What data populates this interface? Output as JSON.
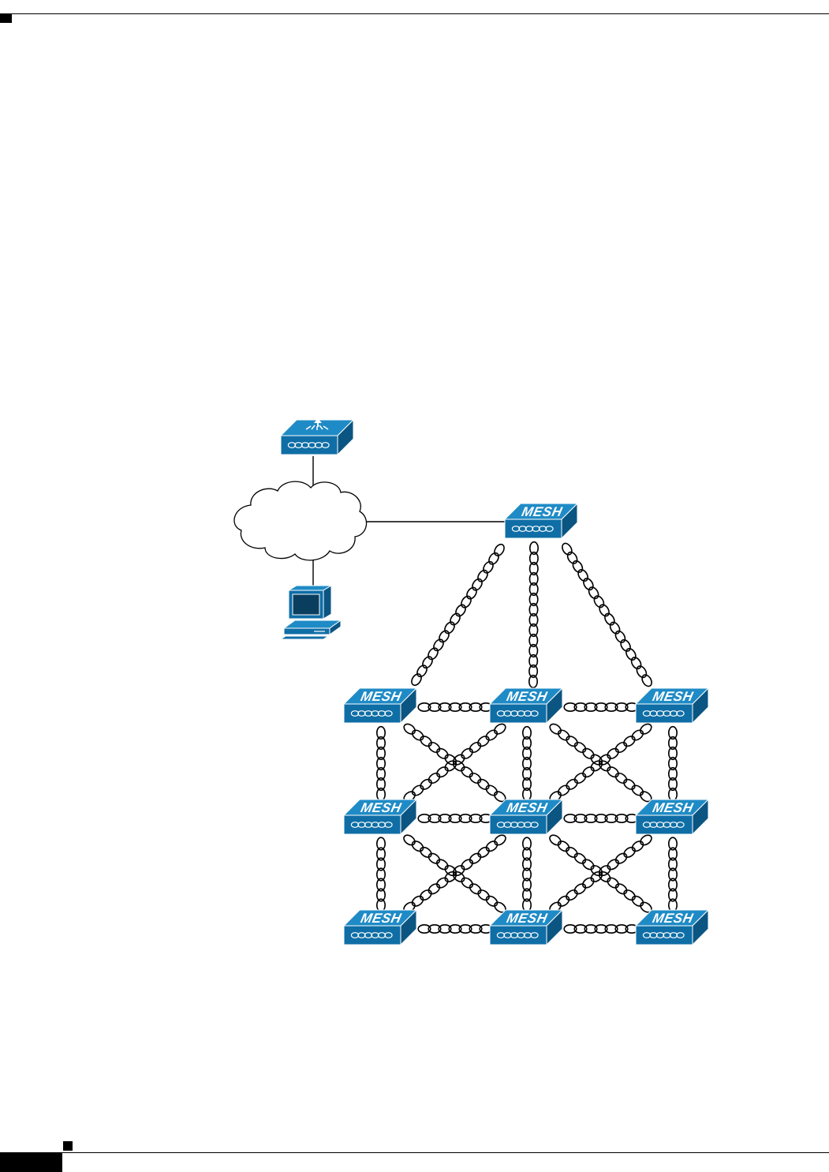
{
  "colors": {
    "device_top": "#1f8bc6",
    "device_front": "#0f6ea6",
    "device_side": "#0b5582",
    "device_outline": "#ffffff",
    "link_wire": "#000000",
    "page_rule": "#000000"
  },
  "icons": {
    "controller": "wireless-lan-controller-icon",
    "cloud": "network-cloud-icon",
    "workstation": "workstation-icon",
    "mesh_ap": "mesh-access-point-icon"
  },
  "mesh_label": "MESH",
  "diagram": {
    "nodes": [
      {
        "id": "controller",
        "kind": "controller"
      },
      {
        "id": "cloud",
        "kind": "cloud"
      },
      {
        "id": "workstation",
        "kind": "workstation"
      },
      {
        "id": "root-ap",
        "kind": "mesh",
        "label": "MESH"
      },
      {
        "id": "ap-r1-c1",
        "kind": "mesh",
        "label": "MESH"
      },
      {
        "id": "ap-r1-c2",
        "kind": "mesh",
        "label": "MESH"
      },
      {
        "id": "ap-r1-c3",
        "kind": "mesh",
        "label": "MESH"
      },
      {
        "id": "ap-r2-c1",
        "kind": "mesh",
        "label": "MESH"
      },
      {
        "id": "ap-r2-c2",
        "kind": "mesh",
        "label": "MESH"
      },
      {
        "id": "ap-r2-c3",
        "kind": "mesh",
        "label": "MESH"
      },
      {
        "id": "ap-r3-c1",
        "kind": "mesh",
        "label": "MESH"
      },
      {
        "id": "ap-r3-c2",
        "kind": "mesh",
        "label": "MESH"
      },
      {
        "id": "ap-r3-c3",
        "kind": "mesh",
        "label": "MESH"
      }
    ],
    "wired_links": [
      [
        "controller",
        "cloud"
      ],
      [
        "cloud",
        "workstation"
      ],
      [
        "cloud",
        "root-ap"
      ]
    ],
    "wireless_links": [
      [
        "root-ap",
        "ap-r1-c1"
      ],
      [
        "root-ap",
        "ap-r1-c2"
      ],
      [
        "root-ap",
        "ap-r1-c3"
      ],
      [
        "ap-r1-c1",
        "ap-r1-c2"
      ],
      [
        "ap-r1-c2",
        "ap-r1-c3"
      ],
      [
        "ap-r2-c1",
        "ap-r2-c2"
      ],
      [
        "ap-r2-c2",
        "ap-r2-c3"
      ],
      [
        "ap-r3-c1",
        "ap-r3-c2"
      ],
      [
        "ap-r3-c2",
        "ap-r3-c3"
      ],
      [
        "ap-r1-c1",
        "ap-r2-c1"
      ],
      [
        "ap-r2-c1",
        "ap-r3-c1"
      ],
      [
        "ap-r1-c2",
        "ap-r2-c2"
      ],
      [
        "ap-r2-c2",
        "ap-r3-c2"
      ],
      [
        "ap-r1-c3",
        "ap-r2-c3"
      ],
      [
        "ap-r2-c3",
        "ap-r3-c3"
      ],
      [
        "ap-r1-c1",
        "ap-r2-c2"
      ],
      [
        "ap-r1-c2",
        "ap-r2-c1"
      ],
      [
        "ap-r1-c2",
        "ap-r2-c3"
      ],
      [
        "ap-r1-c3",
        "ap-r2-c2"
      ],
      [
        "ap-r2-c1",
        "ap-r3-c2"
      ],
      [
        "ap-r2-c2",
        "ap-r3-c1"
      ],
      [
        "ap-r2-c2",
        "ap-r3-c3"
      ],
      [
        "ap-r2-c3",
        "ap-r3-c2"
      ]
    ]
  }
}
